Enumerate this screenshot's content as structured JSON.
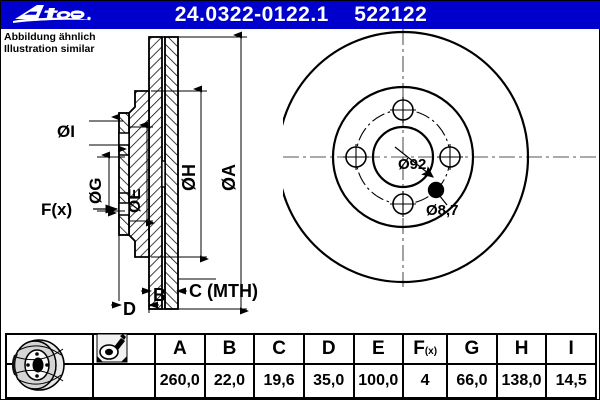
{
  "header": {
    "brand": "Ate",
    "part_number": "24.0322-0122.1",
    "reference_number": "522122",
    "band_color": "#0000cc",
    "text_color": "#ffffff"
  },
  "notes": {
    "german": "Abbildung ähnlich",
    "english": "Illustration similar"
  },
  "section_view": {
    "labels": {
      "dia_i": "ØI",
      "dia_g": "ØG",
      "dia_e": "ØE",
      "dia_h": "ØH",
      "dia_a": "ØA",
      "f_x": "F(x)",
      "b": "B",
      "c": "C (MTH)",
      "d": "D"
    }
  },
  "plan_view": {
    "bolt_circle_label": "Ø92",
    "bolt_hole_label": "Ø8,7",
    "bolt_hole_count": 4
  },
  "spec_table": {
    "columns": [
      "A",
      "B",
      "C",
      "D",
      "E",
      "F(x)",
      "G",
      "H",
      "I"
    ],
    "values": [
      "260,0",
      "22,0",
      "19,6",
      "35,0",
      "100,0",
      "4",
      "66,0",
      "138,0",
      "14,5"
    ],
    "fx_main": "F",
    "fx_sub": "(x)"
  },
  "icons": {
    "disc": "brake-disc-pictogram",
    "caliper": "brake-caliper-pictogram",
    "logo": "ate-logo"
  }
}
